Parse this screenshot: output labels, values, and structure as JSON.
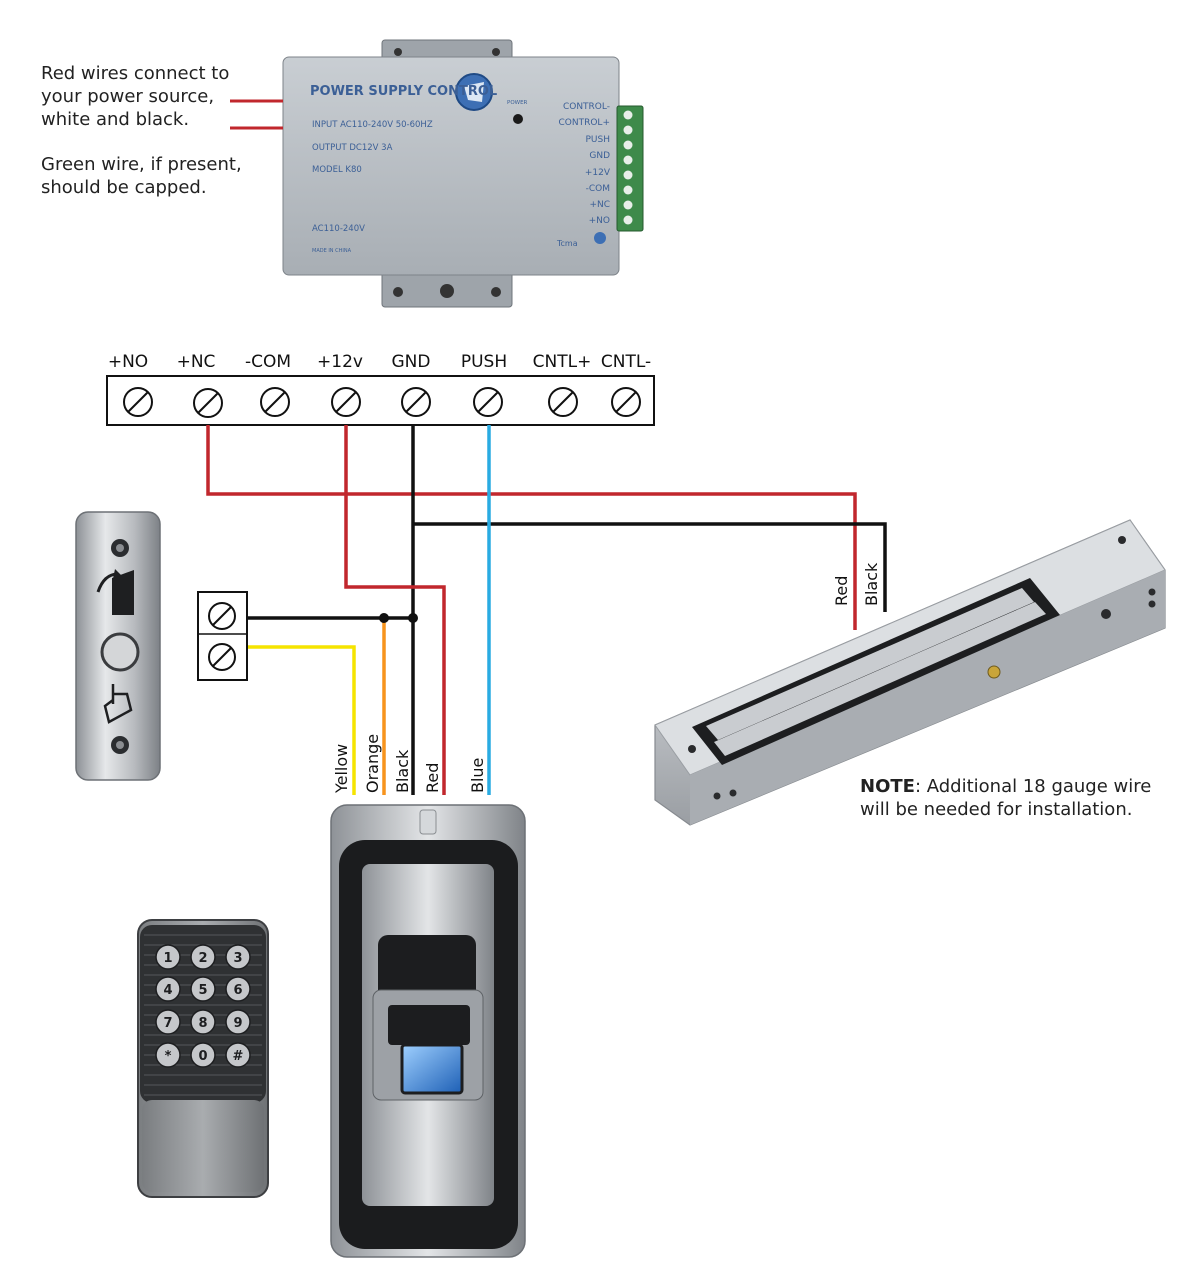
{
  "notes": {
    "power_line1": "Red wires connect to",
    "power_line2": "your power source,",
    "power_line3": "white and black.",
    "green_line1": "Green wire, if present,",
    "green_line2": "should be capped.",
    "install_bold": "NOTE",
    "install_line1": ": Additional 18 gauge wire",
    "install_line2": "will be needed for installation."
  },
  "power_supply": {
    "title": "POWER SUPPLY CONTROL",
    "input": "INPUT  AC110-240V 50-60HZ",
    "output": "OUTPUT DC12V  3A",
    "model": "MODEL K80",
    "ac": "AC110-240V",
    "made_in": "MADE IN CHINA",
    "power_led": "POWER",
    "brand": "Tcma",
    "terminals": [
      "CONTROL-",
      "CONTROL+",
      "PUSH",
      "GND",
      "+12V",
      "-COM",
      "+NC",
      "+NO"
    ]
  },
  "terminal_block": {
    "labels": [
      "+NO",
      "+NC",
      "-COM",
      "+12v",
      "GND",
      "PUSH",
      "CNTL+",
      "CNTL-"
    ]
  },
  "wires": {
    "reader": [
      "Yellow",
      "Orange",
      "Black",
      "Red",
      "Blue"
    ],
    "lock_red": "Red",
    "lock_black": "Black"
  },
  "keypad": {
    "keys": [
      "1",
      "2",
      "3",
      "4",
      "5",
      "6",
      "7",
      "8",
      "9",
      "*",
      "0",
      "#"
    ]
  },
  "colors": {
    "red_wire": "#c1272d",
    "black_wire": "#111111",
    "blue_wire": "#29abe2",
    "yellow_wire": "#f5e400",
    "orange_wire": "#f7941d"
  }
}
